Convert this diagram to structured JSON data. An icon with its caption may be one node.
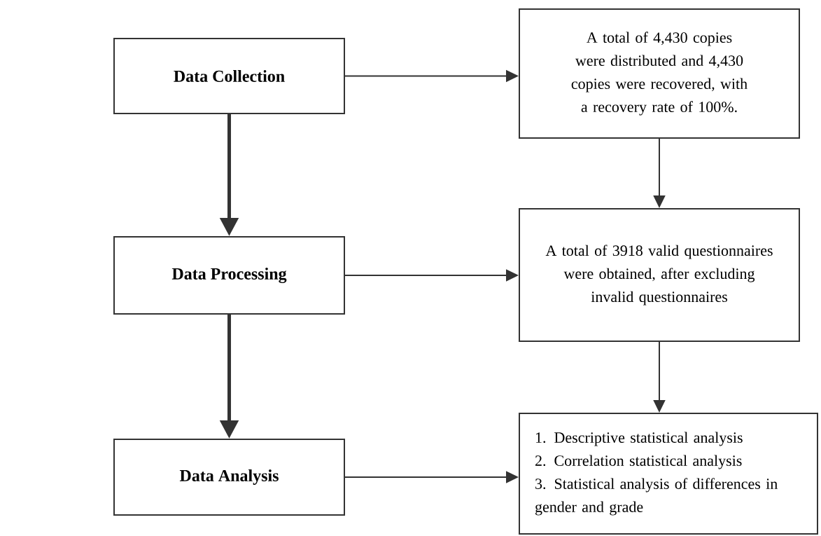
{
  "diagram": {
    "nodes": [
      {
        "text": [
          "Data Collection"
        ]
      },
      {
        "text": [
          "A total of 4,430 copies were distributed and 4,430 copies were recovered, with a recovery rate of 100%."
        ]
      },
      {
        "text": [
          "Data Processing"
        ]
      },
      {
        "text": [
          "A total of 3918 valid questionnaires were obtained, after excluding invalid questionnaires"
        ]
      },
      {
        "text": [
          "Data Analysis"
        ]
      },
      {
        "text": [
          "1. Descriptive statistical analysis",
          "2. Correlation statistical analysis",
          "3. Statistical analysis of differences in gender and grade"
        ]
      }
    ],
    "edges": [
      {
        "from": 0,
        "to": 1,
        "arrow": "to"
      },
      {
        "from": 0,
        "to": 2,
        "arrow": "to",
        "style": "thick"
      },
      {
        "from": 1,
        "to": 3,
        "arrow": "to"
      },
      {
        "from": 2,
        "to": 3,
        "arrow": "to"
      },
      {
        "from": 2,
        "to": 4,
        "arrow": "to",
        "style": "thick"
      },
      {
        "from": 3,
        "to": 5,
        "arrow": "to"
      },
      {
        "from": 4,
        "to": 5,
        "arrow": "to"
      }
    ]
  }
}
